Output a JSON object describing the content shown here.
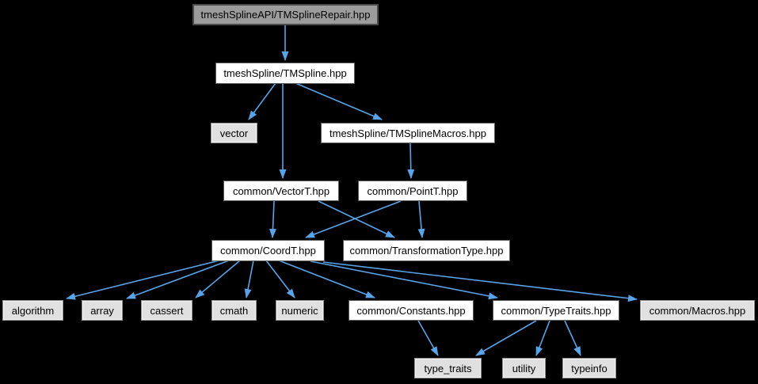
{
  "diagram": {
    "type": "include-dependency-graph",
    "background_color": "#000000",
    "edge_color": "#57a4ea",
    "node_fill_project": "#ffffff",
    "node_fill_system": "#e0e0e0",
    "node_fill_current": "#9c9c9c",
    "nodes": [
      {
        "id": "TMSplineRepair",
        "label": "tmeshSplineAPI/TMSplineRepair.hpp",
        "kind": "current"
      },
      {
        "id": "TMSpline",
        "label": "tmeshSpline/TMSpline.hpp",
        "kind": "project"
      },
      {
        "id": "vector",
        "label": "vector",
        "kind": "system"
      },
      {
        "id": "TMSplineMacros",
        "label": "tmeshSpline/TMSplineMacros.hpp",
        "kind": "project"
      },
      {
        "id": "VectorT",
        "label": "common/VectorT.hpp",
        "kind": "project"
      },
      {
        "id": "PointT",
        "label": "common/PointT.hpp",
        "kind": "project"
      },
      {
        "id": "CoordT",
        "label": "common/CoordT.hpp",
        "kind": "project"
      },
      {
        "id": "TransformationType",
        "label": "common/TransformationType.hpp",
        "kind": "project"
      },
      {
        "id": "algorithm",
        "label": "algorithm",
        "kind": "system"
      },
      {
        "id": "array",
        "label": "array",
        "kind": "system"
      },
      {
        "id": "cassert",
        "label": "cassert",
        "kind": "system"
      },
      {
        "id": "cmath",
        "label": "cmath",
        "kind": "system"
      },
      {
        "id": "numeric",
        "label": "numeric",
        "kind": "system"
      },
      {
        "id": "Constants",
        "label": "common/Constants.hpp",
        "kind": "project"
      },
      {
        "id": "TypeTraits",
        "label": "common/TypeTraits.hpp",
        "kind": "project"
      },
      {
        "id": "Macros",
        "label": "common/Macros.hpp",
        "kind": "system"
      },
      {
        "id": "type_traits",
        "label": "type_traits",
        "kind": "system"
      },
      {
        "id": "utility",
        "label": "utility",
        "kind": "system"
      },
      {
        "id": "typeinfo",
        "label": "typeinfo",
        "kind": "system"
      }
    ],
    "edges": [
      {
        "from": "TMSplineRepair",
        "to": "TMSpline"
      },
      {
        "from": "TMSpline",
        "to": "vector"
      },
      {
        "from": "TMSpline",
        "to": "TMSplineMacros"
      },
      {
        "from": "TMSpline",
        "to": "VectorT"
      },
      {
        "from": "TMSplineMacros",
        "to": "PointT"
      },
      {
        "from": "VectorT",
        "to": "CoordT"
      },
      {
        "from": "VectorT",
        "to": "TransformationType"
      },
      {
        "from": "PointT",
        "to": "CoordT"
      },
      {
        "from": "PointT",
        "to": "TransformationType"
      },
      {
        "from": "CoordT",
        "to": "algorithm"
      },
      {
        "from": "CoordT",
        "to": "array"
      },
      {
        "from": "CoordT",
        "to": "cassert"
      },
      {
        "from": "CoordT",
        "to": "cmath"
      },
      {
        "from": "CoordT",
        "to": "numeric"
      },
      {
        "from": "CoordT",
        "to": "Constants"
      },
      {
        "from": "CoordT",
        "to": "TypeTraits"
      },
      {
        "from": "CoordT",
        "to": "Macros"
      },
      {
        "from": "Constants",
        "to": "type_traits"
      },
      {
        "from": "TypeTraits",
        "to": "type_traits"
      },
      {
        "from": "TypeTraits",
        "to": "utility"
      },
      {
        "from": "TypeTraits",
        "to": "typeinfo"
      }
    ]
  }
}
